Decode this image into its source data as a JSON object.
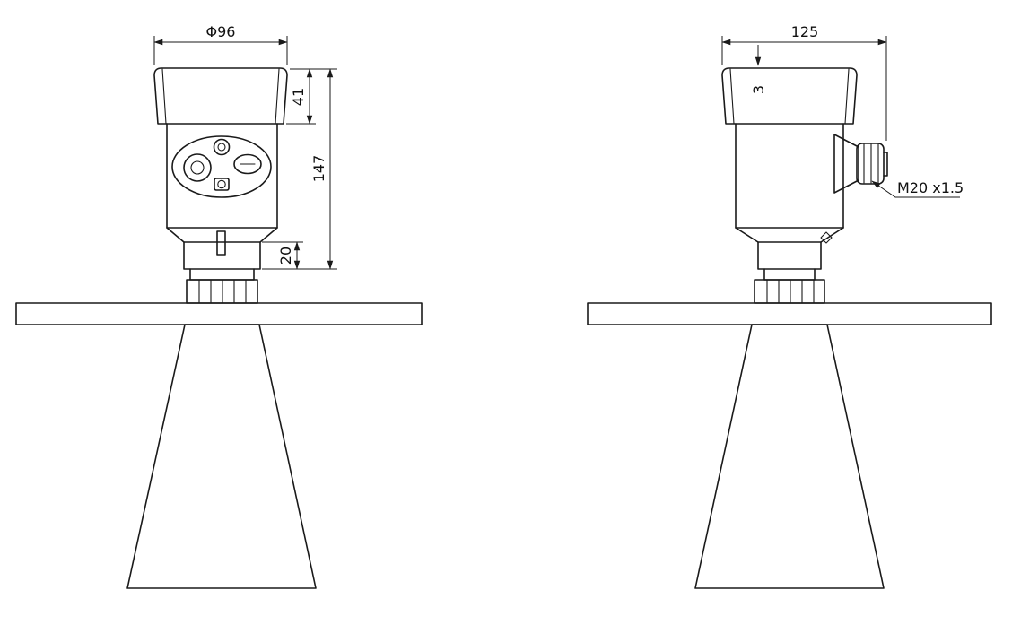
{
  "drawing": {
    "background_color": "#ffffff",
    "line_color": "#1a1a1a",
    "front_view": {
      "dim_diameter": "Φ96",
      "dim_cover_height": "41",
      "dim_housing_height": "147",
      "dim_neck_height": "20"
    },
    "side_view": {
      "dim_width": "125",
      "dim_cover_thickness": "3",
      "cable_gland_label": "M20 x1.5"
    }
  }
}
